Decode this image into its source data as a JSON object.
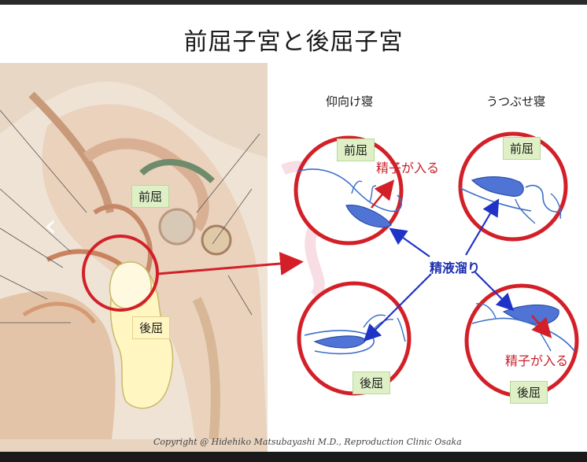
{
  "title": "前屈子宮と後屈子宮",
  "left_labels": {
    "anteflexion": "前屈",
    "retroflexion": "後屈"
  },
  "columns": {
    "supine": "仰向け寝",
    "prone": "うつぶせ寝"
  },
  "circles": {
    "top_left_label": "前屈",
    "top_right_label": "前屈",
    "bottom_left_label": "後屈",
    "bottom_right_label": "後屈"
  },
  "annotations": {
    "sperm_enters_top": "精子が入る",
    "semen_pool": "精液溜り",
    "sperm_enters_bottom": "精子が入る"
  },
  "copyright": "Copyright @ Hidehiko Matsubayashi M.D., Reproduction Clinic Osaka",
  "nav": {
    "prev": "‹",
    "next": "›"
  },
  "colors": {
    "circle_red": "#d32028",
    "arrow_blue": "#1f33c8",
    "fluid_blue": "#4f74d6",
    "label_green": "#dff0c6"
  }
}
